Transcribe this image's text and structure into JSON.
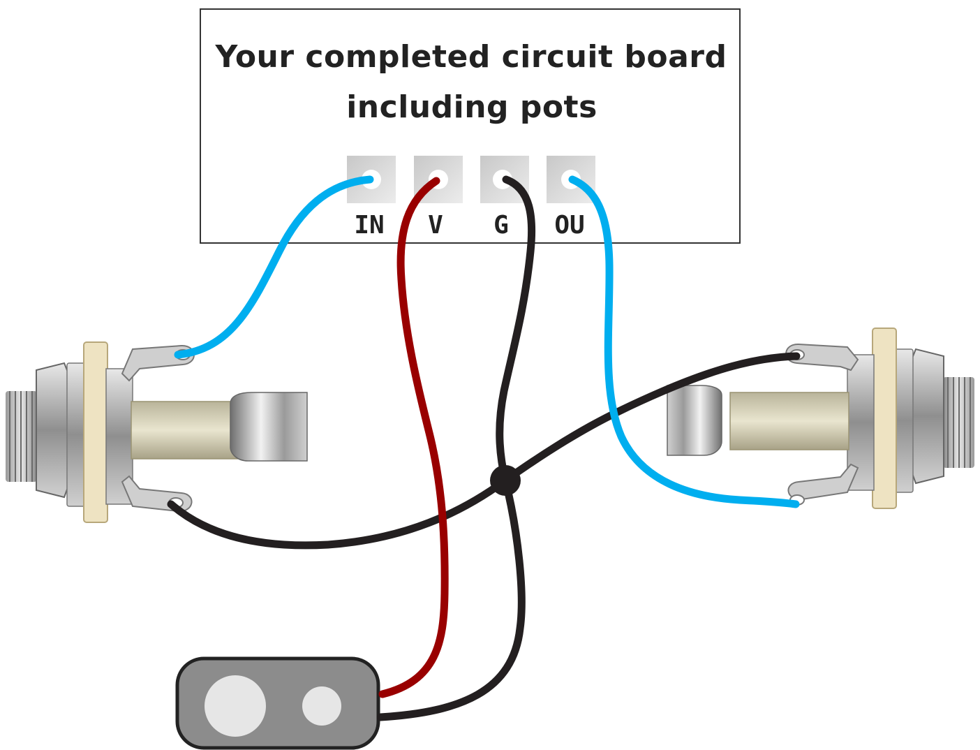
{
  "board": {
    "title_line1": "Your completed circuit board",
    "title_line2": "including pots",
    "pads": [
      {
        "label": "IN",
        "wire_color": "#00aeef"
      },
      {
        "label": "V",
        "wire_color": "#990000"
      },
      {
        "label": "G",
        "wire_color": "#231f20"
      },
      {
        "label": "OU",
        "wire_color": "#00aeef"
      }
    ]
  },
  "colors": {
    "signal_wire": "#00aeef",
    "power_wire": "#990000",
    "ground_wire": "#231f20",
    "battery_snap": "#8c8c8c",
    "pad": "#d9d9d9"
  },
  "components": {
    "input_jack": "input-jack-icon",
    "output_jack": "output-jack-icon",
    "battery_snap": "battery-snap-icon"
  }
}
